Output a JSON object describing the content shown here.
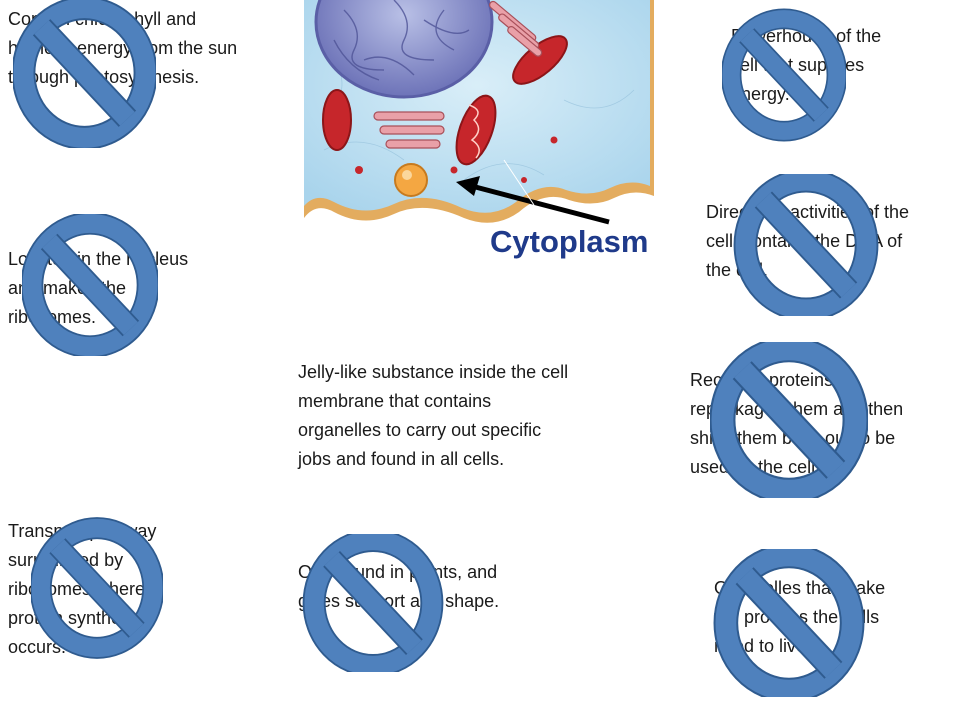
{
  "slide": {
    "image_label": "Cytoplasm",
    "texts": {
      "chloroplast_desc": "Contain chlorophyll and harness energy from the sun through photosynthesis.",
      "nucleolus_desc": "Located in the nucleus and makes the ribosomes.",
      "er_desc": "Transport pathway surrounded by ribosomes where protein synthesis occurs.",
      "cytoplasm_desc": "Jelly-like substance inside the cell membrane that contains organelles to carry out specific jobs and found in all cells.",
      "cellwall_desc": "Only found in plants, and gives support and shape.",
      "mitochondria_desc": "Powerhouse of the cell that supplies energy.",
      "nucleus_desc": "Directs all activities of the cell, contains the DNA of the cell.",
      "golgi_desc": "Receives proteins, repackages them and then ships them back out to be used by the cell.",
      "ribosome_desc": "Organelles that make the proteins the cells need to live."
    }
  },
  "colors": {
    "prohibit_fill": "#4f81bd",
    "prohibit_stroke": "#2f5b8f",
    "label": "#1f3a8a",
    "cytoplasm": "#bfe1f1",
    "membrane": "#e9b66c"
  },
  "icons": {
    "prohibit": "prohibited-sign-icon"
  }
}
